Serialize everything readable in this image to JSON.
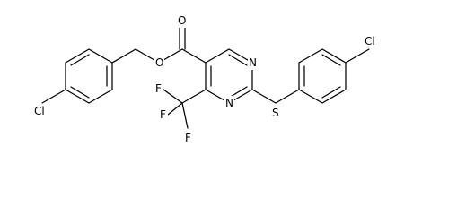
{
  "molecule": {
    "atom_labels": {
      "cl_left": "Cl",
      "o_ester": "O",
      "o_carbonyl": "O",
      "n_top": "N",
      "n_bottom": "N",
      "s_thio": "S",
      "cl_right": "Cl",
      "f_top": "F",
      "f_left": "F",
      "f_bottom": "F"
    }
  }
}
